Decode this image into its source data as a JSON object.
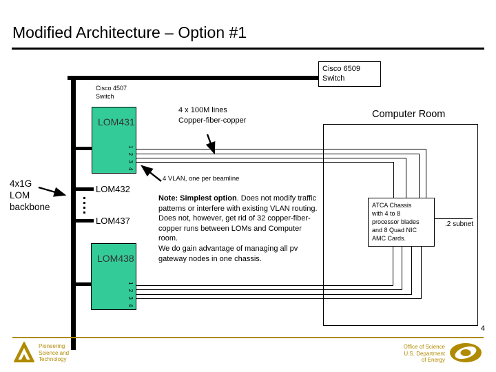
{
  "title": "Modified Architecture – Option #1",
  "page_number": "4",
  "colors": {
    "lom_green": "#33CC99",
    "footer_gold": "#B08A00",
    "line_black": "#000000"
  },
  "network": {
    "cisco6509_label": "Cisco 6509\nSwitch",
    "cisco4507_label": "Cisco 4507\nSwitch",
    "backbone_label": "4x1G\nLOM\nbackbone",
    "lines_label": "4 x 100M lines\nCopper-fiber-copper",
    "vlan_label": "4 VLAN, one per beamline",
    "computer_room_label": "Computer Room",
    "subnet_label": ".2 subnet",
    "lom431": {
      "label": "LOM431",
      "ports": "1 2 3 4"
    },
    "lom432": {
      "label": "LOM432"
    },
    "lom437": {
      "label": "LOM437"
    },
    "lom438": {
      "label": "LOM438",
      "ports": "1 2 3 4"
    },
    "atca_label": "ATCA Chassis\nwith 4 to 8\nprocessor blades\nand 8 Quad NIC\nAMC Cards."
  },
  "note": {
    "bold": "Note: Simplest option",
    "after_bold": ". Does not modify traffic patterns or interfere with existing VLAN routing.",
    "para2": "Does not, however, get rid of 32 copper-fiber-copper runs between LOMs and Computer room.",
    "para3": "We do gain advantage of managing all pv gateway nodes in one chassis."
  },
  "footer": {
    "left_tagline": "Pioneering\nScience and\nTechnology",
    "right_tagline": "Office of Science\nU.S. Department\nof Energy"
  }
}
